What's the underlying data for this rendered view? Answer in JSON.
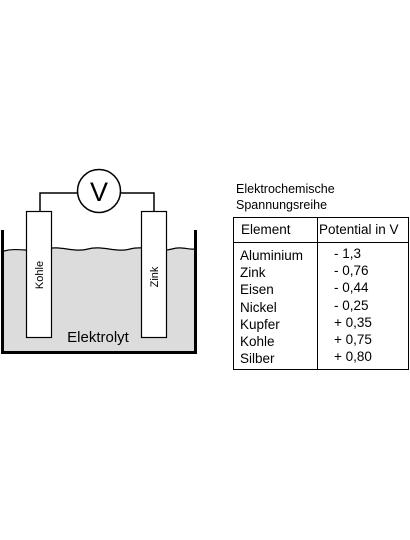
{
  "diagram": {
    "voltmeter_symbol": "V",
    "left_electrode_label": "Kohle",
    "right_electrode_label": "Zink",
    "electrolyte_label": "Elektrolyt",
    "colors": {
      "electrolyte_fill": "#dcdcdc",
      "electrode_fill": "#ffffff",
      "stroke": "#000000"
    }
  },
  "table": {
    "title_line1": "Elektrochemische",
    "title_line2": "Spannungsreihe",
    "header_element": "Element",
    "header_potential": "Potential in V",
    "rows": [
      {
        "element": "Aluminium",
        "potential": "- 1,3"
      },
      {
        "element": "Zink",
        "potential": "- 0,76"
      },
      {
        "element": "Eisen",
        "potential": "- 0,44"
      },
      {
        "element": "Nickel",
        "potential": "- 0,25"
      },
      {
        "element": "Kupfer",
        "potential": "+ 0,35"
      },
      {
        "element": "Kohle",
        "potential": "+ 0,75"
      },
      {
        "element": "Silber",
        "potential": "+ 0,80"
      }
    ]
  }
}
